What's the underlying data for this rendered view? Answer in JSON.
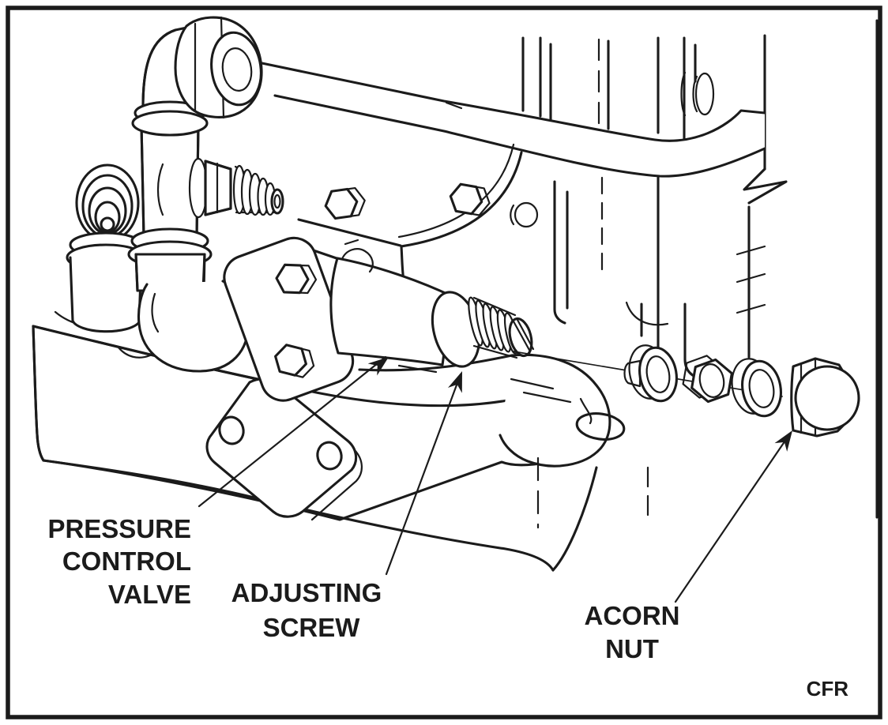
{
  "figure": {
    "labels": {
      "pressure_control_valve": [
        "PRESSURE",
        "CONTROL",
        "VALVE"
      ],
      "adjusting_screw": [
        "ADJUSTING",
        "SCREW"
      ],
      "acorn_nut": [
        "ACORN",
        "NUT"
      ]
    },
    "credit": "CFR",
    "colors": {
      "line": "#1b1b1b",
      "background": "#ffffff"
    }
  }
}
